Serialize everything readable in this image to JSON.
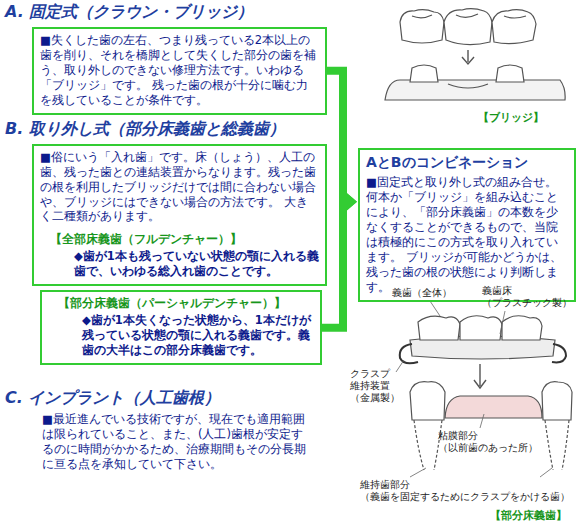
{
  "diagram": {
    "nodes": [
      {
        "text": [
          "A. 固定式（クラウン・ブリッジ）",
          "■失くした歯の左右、つまり残っている2本以上の歯を削り、それを橋脚として失くした部分の歯を補う、取り外しのできない修理方法です。いわゆる「ブリッジ」です。 残った歯の根が十分に噛む力を残していることが条件です。"
        ]
      },
      {
        "text": [
          "B. 取り外し式（部分床義歯と総義歯）",
          "■俗にいう「入れ歯」です。床（しょう）、人工の歯、残った歯との連結装置からなります。残った歯の根を利用したブリッジだけでは間に合わない場合や、ブリッジにはできない場合の方法です。 大きく二種類があります。",
          "【全部床義歯（フルデンチャー）】",
          "◆歯が1本も残っていない状態の顎に入れる義歯で、いわゆる総入れ歯のことです。"
        ]
      },
      {
        "text": [
          "【部分床義歯（パーシャルデンチャー）】",
          "◆歯が1本失くなった状態から、1本だけが残っている状態の顎に入れる義歯です。義歯の大半はこの部分床義歯です。"
        ]
      },
      {
        "text": [
          "AとBのコンビネーション",
          "■固定式と取り外し式の組み合せ。何本か「ブリッジ」を組み込むことにより、「部分床義歯」の本数を少なくすることができるもので、当院は積極的にこの方式を取り入れています。 ブリッジが可能かどうかは、残った歯の根の状態により判断します。"
        ]
      }
    ],
    "edges": [
      {
        "from": 0,
        "to": 3,
        "arrow": "to"
      },
      {
        "from": 2,
        "to": 3,
        "arrow": "to"
      }
    ],
    "labels": [
      "C. インプラント（人工歯根）",
      "■最近進んでいる技術ですが、現在でも適用範囲は限られていること、また、(人工)歯根が安定するのに時間がかかるため、治療期間もその分長期に亘る点を承知していて下さい。",
      "【ブリッジ】",
      "義歯（全体）",
      "義歯床 （プラスチック製）",
      "クラスプ 維持装置 （金属製）",
      "粘膜部分 （以前歯のあった所）",
      "維持歯部分 （義歯を固定するためにクラスプをかける歯）",
      "【部分床義歯】"
    ]
  }
}
